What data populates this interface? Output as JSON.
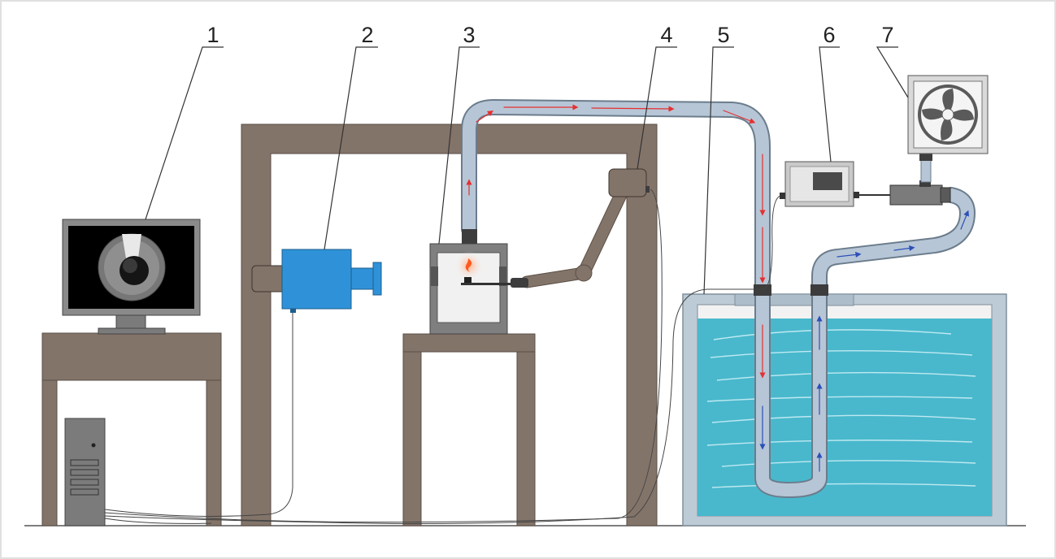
{
  "callouts": [
    {
      "label": "1"
    },
    {
      "label": "2"
    },
    {
      "label": "3"
    },
    {
      "label": "4"
    },
    {
      "label": "5"
    },
    {
      "label": "6"
    },
    {
      "label": "7"
    }
  ],
  "colors": {
    "frame": "#837469",
    "frame_dark": "#5a4e46",
    "camera": "#2f92d8",
    "water": "#49b8cc",
    "tank_wall": "#bccbd6",
    "hose": "#b7c6d6",
    "flow_hot": "#e53030",
    "flow_cold": "#2c4fb8",
    "flame": "#ff5a1f"
  },
  "icons": [
    "monitor-icon",
    "pc-tower-icon",
    "camera-icon",
    "furnace-icon",
    "robot-arm-icon",
    "controller-icon",
    "pump-icon",
    "fan-icon",
    "water-tank-icon"
  ]
}
